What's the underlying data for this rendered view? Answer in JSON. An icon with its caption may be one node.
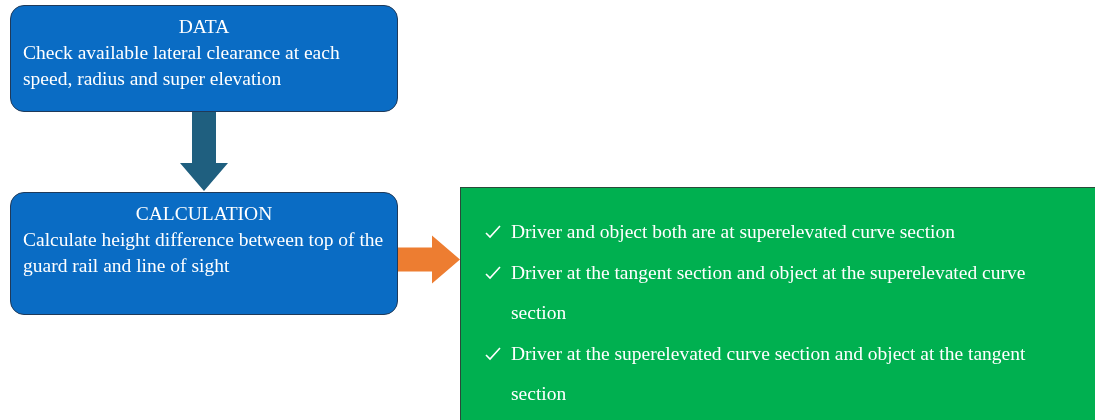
{
  "diagram": {
    "nodes": [
      {
        "text": [
          "DATA",
          "Check available lateral clearance at each speed, radius and super elevation"
        ]
      },
      {
        "text": [
          "CALCULATION",
          "Calculate height difference between top of the guard rail and line of sight"
        ]
      },
      {
        "text": [
          "Driver and object both are at superelevated curve section",
          "Driver at the tangent section and object at the superelevated curve section",
          "Driver at the superelevated curve section and object at the tangent section"
        ]
      }
    ],
    "edges": [
      {
        "from": 0,
        "to": 1,
        "arrow": "to",
        "style": "thick",
        "color": "#1f5f7f"
      },
      {
        "from": 1,
        "to": 2,
        "arrow": "to",
        "style": "thick",
        "color": "#ed7d31"
      }
    ]
  }
}
